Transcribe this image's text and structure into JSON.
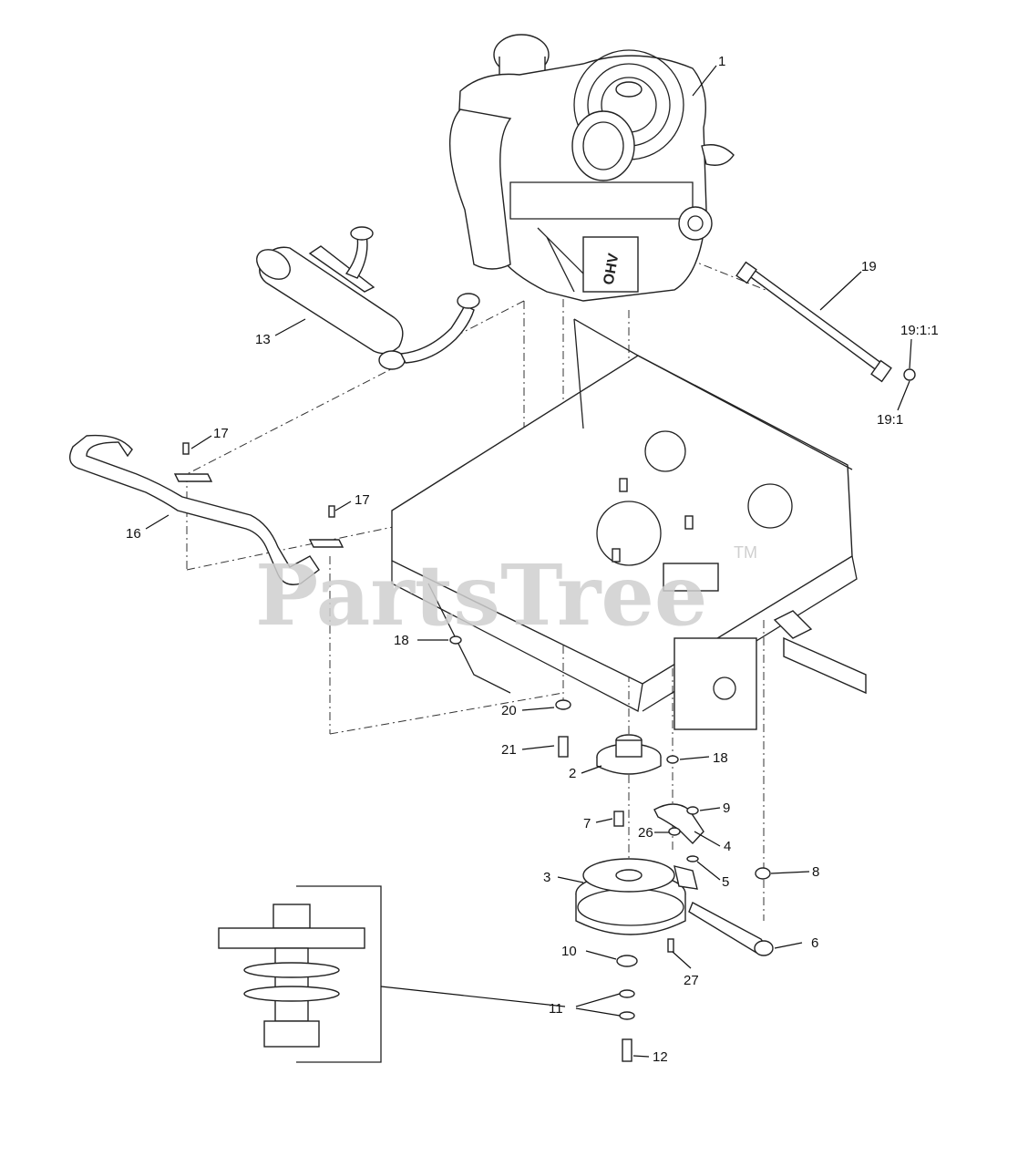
{
  "watermark": {
    "text": "PartsTree",
    "trademark": "TM"
  },
  "callouts": {
    "c1": "1",
    "c2": "2",
    "c3": "3",
    "c4": "4",
    "c5": "5",
    "c6": "6",
    "c7": "7",
    "c8": "8",
    "c9": "9",
    "c10": "10",
    "c11": "11",
    "c12": "12",
    "c13": "13",
    "c16a": "16",
    "c17a": "17",
    "c17b": "17",
    "c18a": "18",
    "c18b": "18",
    "c19": "19",
    "c19_1_1": "19:1:1",
    "c19_1": "19:1",
    "c20": "20",
    "c21": "21",
    "c26": "26",
    "c27": "27"
  }
}
